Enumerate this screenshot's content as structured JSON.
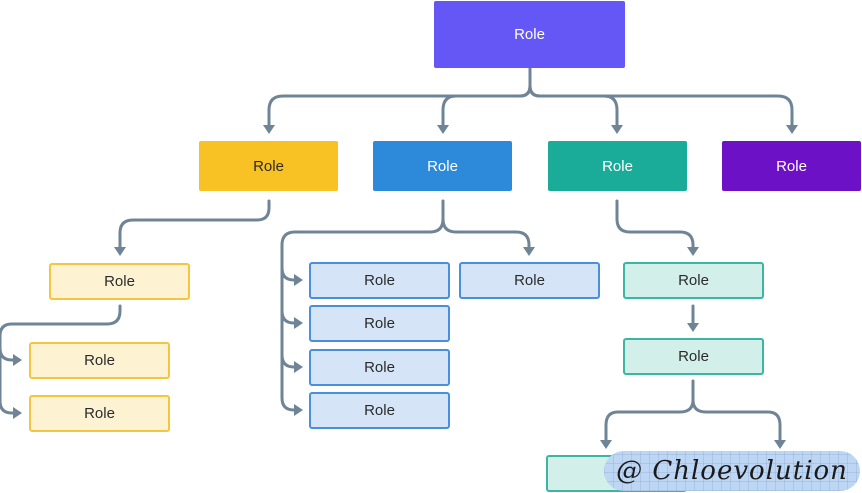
{
  "colors": {
    "connector": "#6f8496",
    "root": "#6557f5",
    "yellow": "#f9c224",
    "blue": "#2d89da",
    "teal": "#1aac98",
    "purple": "#6d11c6",
    "yellow_soft_fill": "#fdf3d2",
    "yellow_soft_border": "#f4c640",
    "blue_soft_fill": "#d5e5f7",
    "blue_soft_border": "#4a8fd9",
    "teal_soft_fill": "#d2efea",
    "teal_soft_border": "#3bb6a3"
  },
  "nodes": [
    {
      "id": "root",
      "label": "Role",
      "style": "root"
    },
    {
      "id": "l1-yellow",
      "label": "Role",
      "style": "yellow"
    },
    {
      "id": "l1-blue",
      "label": "Role",
      "style": "blue"
    },
    {
      "id": "l1-teal",
      "label": "Role",
      "style": "teal"
    },
    {
      "id": "l1-purple",
      "label": "Role",
      "style": "purple"
    },
    {
      "id": "yellow-child",
      "label": "Role",
      "style": "yellow-soft"
    },
    {
      "id": "yellow-grandchild-1",
      "label": "Role",
      "style": "yellow-soft"
    },
    {
      "id": "yellow-grandchild-2",
      "label": "Role",
      "style": "yellow-soft"
    },
    {
      "id": "blue-child-1",
      "label": "Role",
      "style": "blue-soft"
    },
    {
      "id": "blue-child-2",
      "label": "Role",
      "style": "blue-soft"
    },
    {
      "id": "blue-child-3",
      "label": "Role",
      "style": "blue-soft"
    },
    {
      "id": "blue-child-4",
      "label": "Role",
      "style": "blue-soft"
    },
    {
      "id": "blue-child-5",
      "label": "Role",
      "style": "blue-soft"
    },
    {
      "id": "teal-child-1",
      "label": "Role",
      "style": "teal-soft"
    },
    {
      "id": "teal-child-2",
      "label": "Role",
      "style": "teal-soft"
    },
    {
      "id": "teal-child-3",
      "label": "R",
      "style": "teal-soft"
    }
  ],
  "watermark": {
    "text": "@ Chloevolution"
  }
}
